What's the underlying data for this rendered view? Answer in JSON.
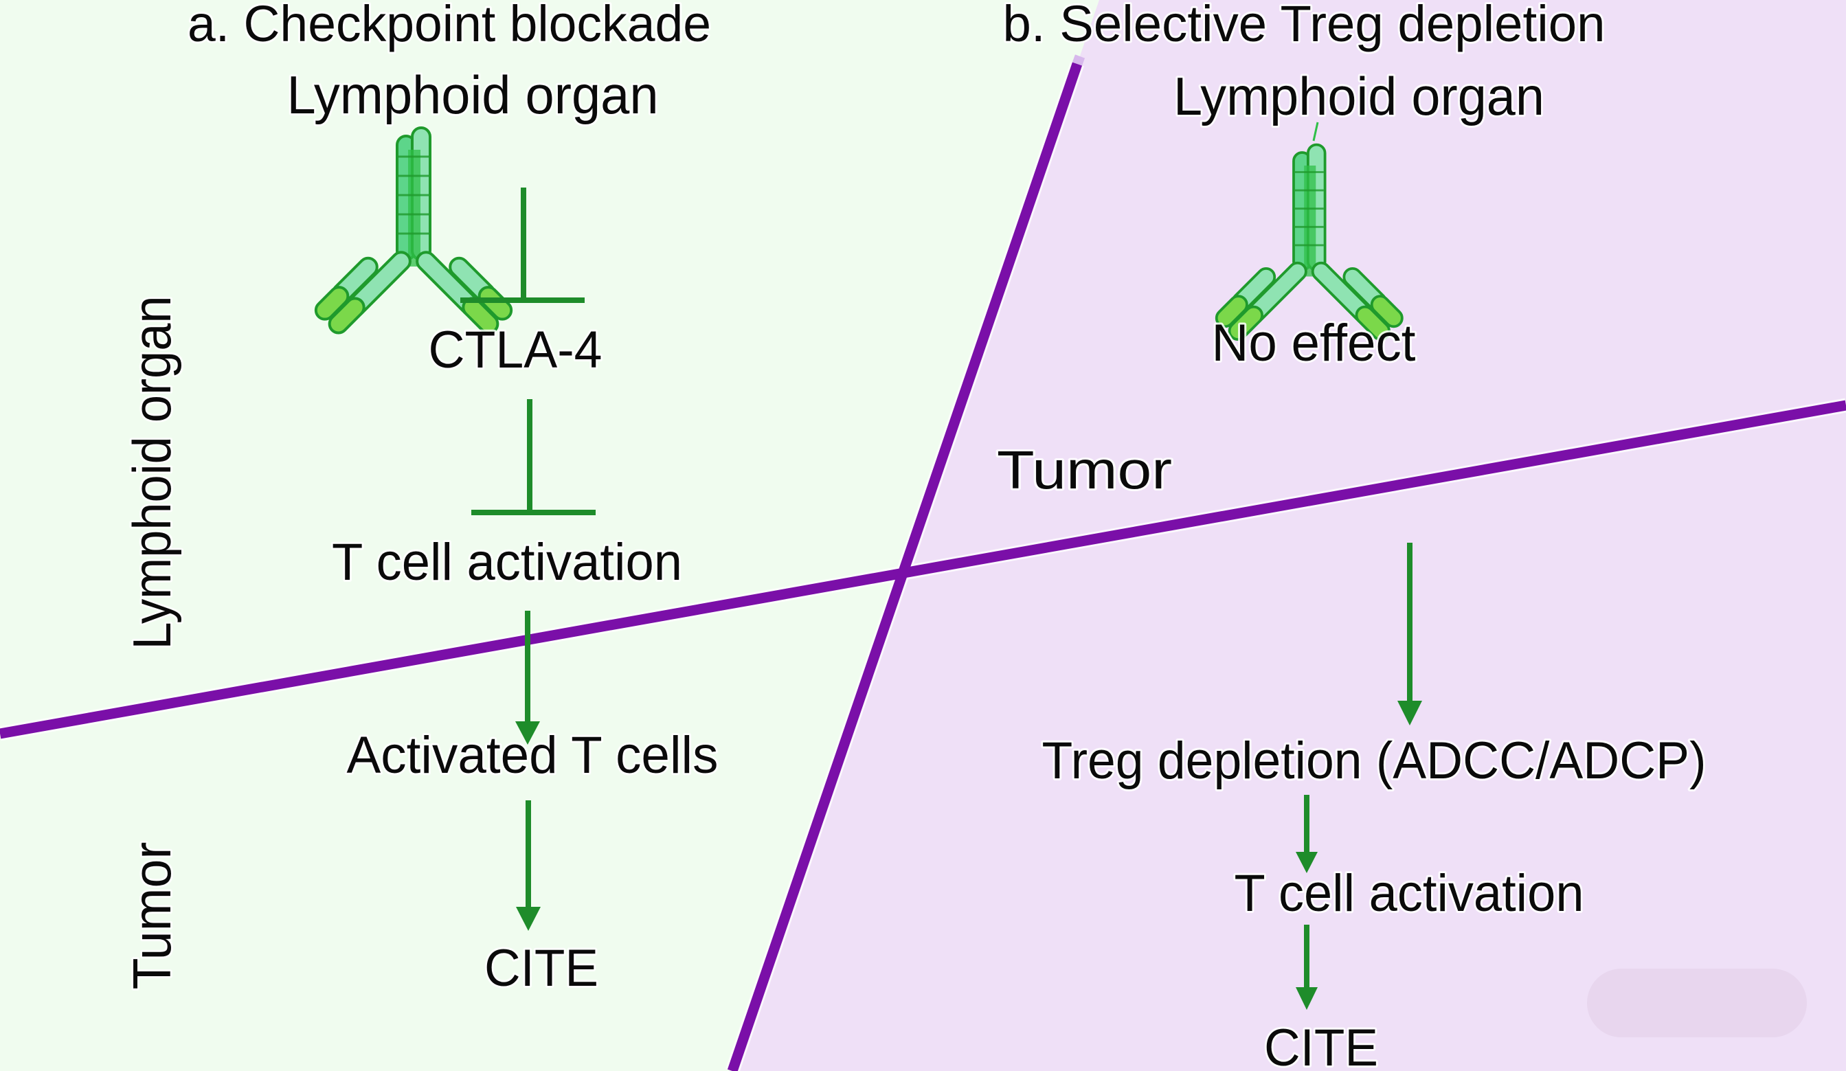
{
  "figure": {
    "colors": {
      "left_panel_bg": "#f0fcef",
      "right_panel_bg": "#efe0f7",
      "divider": "#7a0fa8",
      "arrow": "#1e8c2a",
      "antibody": "#2fbf48",
      "text": "#0a0a0a"
    }
  },
  "panel_a": {
    "title": "a. Checkpoint blockade",
    "region_label": "Lymphoid organ",
    "antibody_icon": "antibody-icon",
    "inhibition_1_icon": "inhibition-bar-icon",
    "target": "CTLA-4",
    "inhibition_2_icon": "inhibition-bar-icon",
    "step_1": "T cell activation",
    "arrow_1_icon": "arrow-down-icon",
    "step_2": "Activated T cells",
    "arrow_2_icon": "arrow-down-icon",
    "outcome": "CITE"
  },
  "panel_b": {
    "title": "b. Selective Treg depletion",
    "region_label": "Lymphoid organ",
    "antibody_icon": "antibody-icon",
    "lymphoid_result": "No effect",
    "tumor_label": "Tumor",
    "arrow_1_icon": "arrow-down-icon",
    "step_1": "Treg depletion (ADCC/ADCP)",
    "arrow_2_icon": "arrow-down-icon",
    "step_2": "T cell activation",
    "arrow_3_icon": "arrow-down-icon",
    "outcome": "CITE"
  },
  "side_labels": {
    "upper": "Lymphoid organ",
    "lower": "Tumor"
  }
}
